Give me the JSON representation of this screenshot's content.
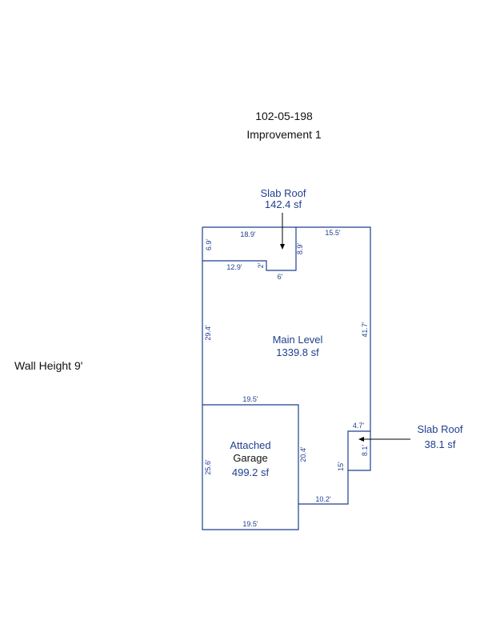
{
  "header": {
    "parcel_id": "102-05-198",
    "improvement": "Improvement 1"
  },
  "wall_height": "Wall Height 9'",
  "areas": {
    "main_level": {
      "name": "Main Level",
      "area": "1339.8 sf"
    },
    "garage": {
      "name_line1": "Attached",
      "name_line2": "Garage",
      "area": "499.2 sf"
    },
    "slab_roof_top": {
      "name": "Slab Roof",
      "area": "142.4 sf"
    },
    "slab_roof_right": {
      "name": "Slab Roof",
      "area": "38.1 sf"
    }
  },
  "dimensions": {
    "top_left_width": "18.9'",
    "top_right_width": "15.5'",
    "notch_left_height": "6.9'",
    "notch_right_height": "8.9'",
    "notch_inner_width": "12.9'",
    "notch_step_height": "2'",
    "notch_bottom_width": "6'",
    "left_wall_upper": "29.4'",
    "right_wall": "41.7'",
    "garage_top_width": "19.5'",
    "garage_left_height": "25.6'",
    "garage_right_height": "20.4'",
    "garage_bottom_width": "19.5'",
    "bottom_step_width": "10.2'",
    "right_lower_height": "15'",
    "slab_right_width": "4.7'",
    "slab_right_height": "8.1'"
  },
  "colors": {
    "wall_line": "#1f3f8f",
    "label_blue": "#1f3f8f",
    "text_dark": "#111111"
  }
}
